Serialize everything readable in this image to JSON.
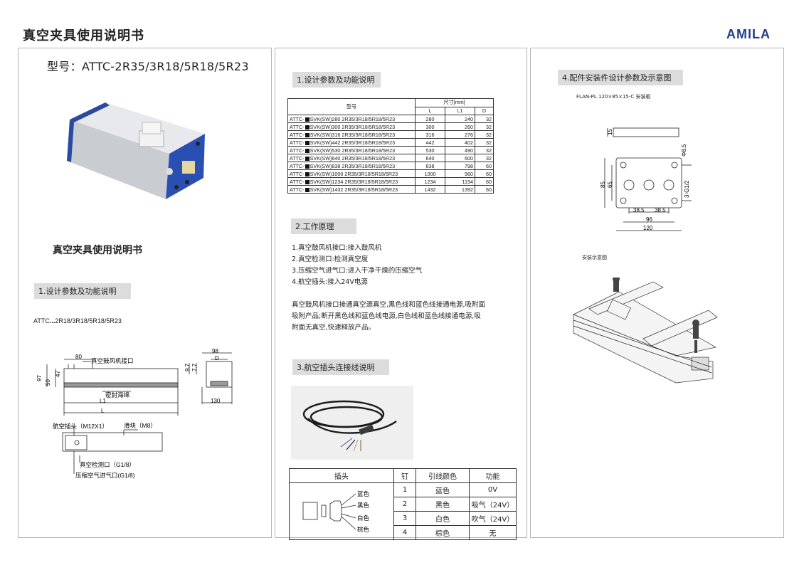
{
  "header": {
    "title": "真空夹具使用说明书",
    "brand": "AMILA"
  },
  "left": {
    "model": "型号：ATTC-2R35/3R18/5R18/5R23",
    "subtitle": "真空夹具使用说明书",
    "section1": "1.设计参数及功能说明",
    "model_short_prefix": "ATTC",
    "model_short_dots": "...",
    "model_short_suffix": "2R18/3R18/5R18/5R23",
    "drawing": {
      "d80": "80",
      "blower_port": "真空鼓风机接口",
      "d97": "97",
      "d47": "47",
      "d50": "50",
      "seal": "密封海绵",
      "l1": "L1",
      "l": "L",
      "d98": "98",
      "dD": "D",
      "d9_7": "9.7",
      "d7_7": "7.7",
      "d130": "130",
      "aviation_plug": "航空插头（M12X1）",
      "slider": "滑块（M8）",
      "vacuum_detect": "真空检测口（G1/8）",
      "air_inlet": "压缩空气进气口(G1/8)"
    }
  },
  "middle": {
    "section1": "1.设计参数及功能说明",
    "table": {
      "h_model": "型号",
      "h_size": "尺寸[mm]",
      "h_L": "L",
      "h_L1": "L1",
      "h_D": "D",
      "rows": [
        {
          "prefix": "ATTC-",
          "model": "SVK(SW)280 2R35/3R18/5R18/5R23",
          "L": "280",
          "L1": "240",
          "D": "32"
        },
        {
          "prefix": "ATTC-",
          "model": "SVK(SW)300 2R35/3R18/5R18/5R23",
          "L": "300",
          "L1": "260",
          "D": "32"
        },
        {
          "prefix": "ATTC-",
          "model": "SVK(SW)316 2R35/3R18/5R18/5R23",
          "L": "316",
          "L1": "276",
          "D": "32"
        },
        {
          "prefix": "ATTC-",
          "model": "SVK(SW)442 2R35/3R18/5R18/5R23",
          "L": "442",
          "L1": "402",
          "D": "32"
        },
        {
          "prefix": "ATTC-",
          "model": "SVK(SW)530 2R35/3R18/5R18/5R23",
          "L": "530",
          "L1": "490",
          "D": "32"
        },
        {
          "prefix": "ATTC-",
          "model": "SVK(SW)640 2R35/3R18/5R18/5R23",
          "L": "640",
          "L1": "600",
          "D": "32"
        },
        {
          "prefix": "ATTC-",
          "model": "SVK(SW)838 2R35/3R18/5R18/5R23",
          "L": "838",
          "L1": "798",
          "D": "60"
        },
        {
          "prefix": "ATTC-",
          "model": "SVK(SW)1000 2R35/3R18/5R18/5R23",
          "L": "1000",
          "L1": "960",
          "D": "60"
        },
        {
          "prefix": "ATTC-",
          "model": "SVK(SW)1234 2R35/3R18/5R18/5R23",
          "L": "1234",
          "L1": "1194",
          "D": "60"
        },
        {
          "prefix": "ATTC-",
          "model": "SVK(SW)1432 2R35/3R18/5R18/5R23",
          "L": "1432",
          "L1": "1392",
          "D": "60"
        }
      ]
    },
    "section2": "2.工作原理",
    "principles": [
      "1.真空鼓风机接口:接入鼓风机",
      "2.真空检测口:检测真空度",
      "3.压缩空气进气口:进入干净干燥的压缩空气",
      "4.航空插头:接入24V电源"
    ],
    "paragraph": [
      "真空鼓风机接口接通真空源真空,黑色线和蓝色线接通电源,吸附面",
      "吸附产品;断开黑色线和蓝色线电源,白色线和蓝色线接通电源,吸",
      "附面无真空,快速释放产品。"
    ],
    "section3": "3.航空插头连接线说明",
    "wire_table": {
      "headers": [
        "插头",
        "钉",
        "引线颜色",
        "功能"
      ],
      "plug_labels": [
        "蓝色",
        "黑色",
        "白色",
        "棕色"
      ],
      "rows": [
        {
          "pin": "1",
          "color": "蓝色",
          "func": "0V"
        },
        {
          "pin": "2",
          "color": "黑色",
          "func": "吸气（24V）"
        },
        {
          "pin": "3",
          "color": "白色",
          "func": "吹气（24V）"
        },
        {
          "pin": "4",
          "color": "棕色",
          "func": "无"
        }
      ]
    }
  },
  "right": {
    "section4": "4.配件安装件设计参数及示意图",
    "plate_label": "FLAN-PL 120×85×15-C 安装板",
    "dims": {
      "d15": "15",
      "d8_5": "Φ8.5",
      "d85": "85",
      "d65": "65",
      "d38a": "38.5",
      "d38b": "38.5",
      "d96": "96",
      "d120": "120",
      "thread": "3-G1/2"
    },
    "install_label": "安装示意图"
  }
}
